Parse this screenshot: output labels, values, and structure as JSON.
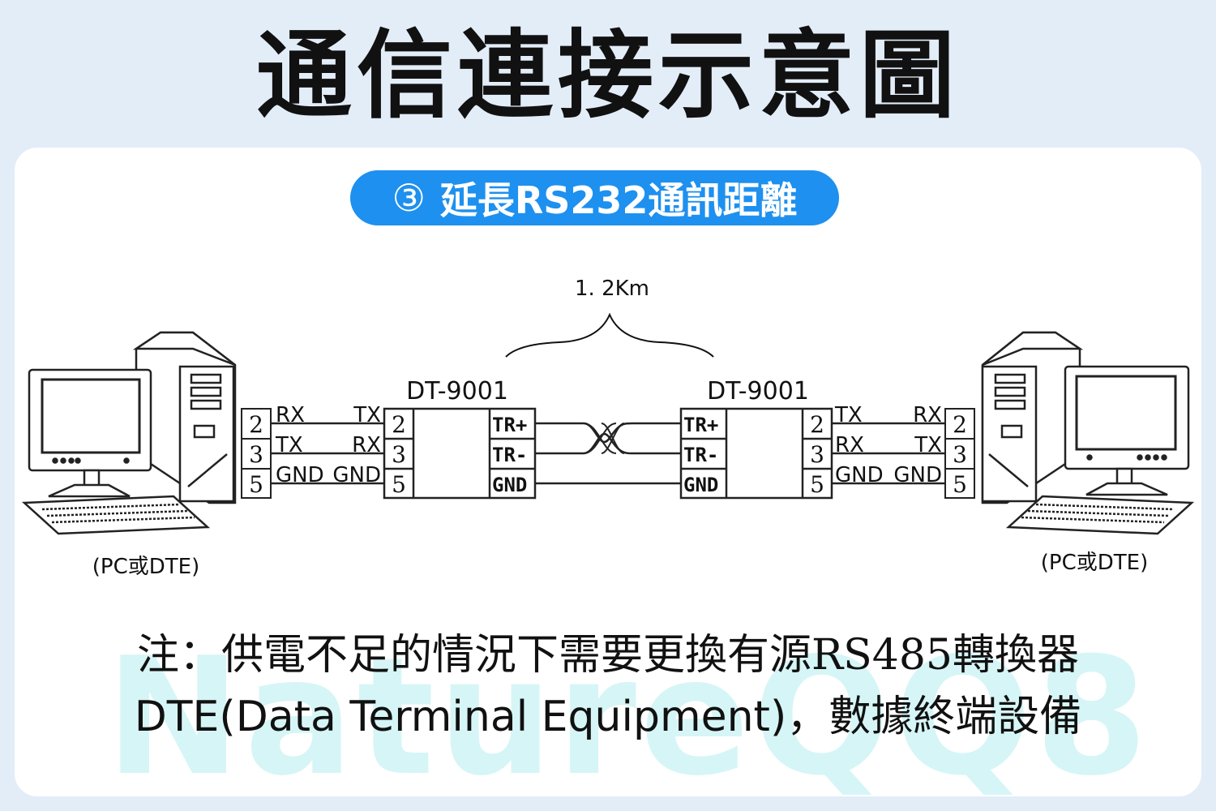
{
  "title": "通信連接示意圖",
  "section": {
    "number": "③",
    "label": "延長RS232通訊距離"
  },
  "distance_label": "1. 2Km",
  "left_pc": {
    "label": "(PC或DTE)",
    "pins": [
      "2",
      "3",
      "5"
    ],
    "signals": [
      "RX",
      "TX",
      "GND"
    ]
  },
  "right_pc": {
    "label": "(PC或DTE)",
    "pins": [
      "2",
      "3",
      "5"
    ],
    "signals": [
      "RX",
      "TX",
      "GND"
    ]
  },
  "left_converter": {
    "model": "DT-9001",
    "rs232_pins": [
      "2",
      "3",
      "5"
    ],
    "rs232_signals": [
      "TX",
      "RX",
      "GND"
    ],
    "rs485_terminals": [
      "TR+",
      "TR-",
      "GND"
    ]
  },
  "right_converter": {
    "model": "DT-9001",
    "rs232_pins": [
      "2",
      "3",
      "5"
    ],
    "rs232_signals": [
      "TX",
      "RX",
      "GND"
    ],
    "rs485_terminals": [
      "TR+",
      "TR-",
      "GND"
    ]
  },
  "note_line1": "注：供電不足的情況下需要更換有源RS485轉換器",
  "note_line2": "DTE(Data Terminal Equipment)，數據終端設備",
  "watermark": "NatureQQ88",
  "colors": {
    "accent": "#1e90ef",
    "background": "#e3edf8",
    "card": "#ffffff",
    "watermark": "#d6f5f6"
  }
}
